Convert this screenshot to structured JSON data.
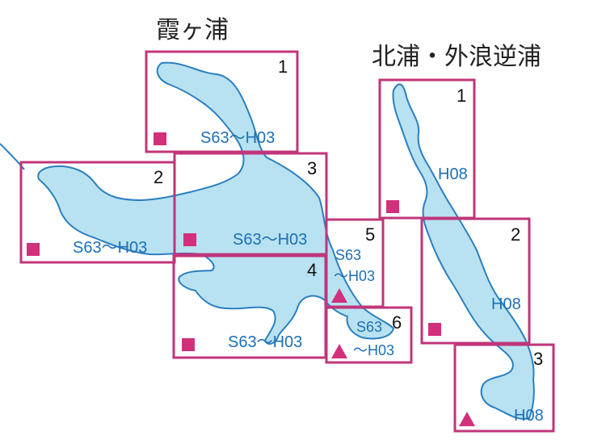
{
  "map": {
    "regions": [
      {
        "name": "霞ヶ浦",
        "sheets": [
          {
            "number": "1",
            "period": "S63～H03",
            "marker": "square"
          },
          {
            "number": "2",
            "period": "S63～H03",
            "marker": "square"
          },
          {
            "number": "3",
            "period": "S63～H03",
            "marker": "square"
          },
          {
            "number": "4",
            "period": "S63～H03",
            "marker": "square"
          },
          {
            "number": "5",
            "period_line1": "S63",
            "period_line2": "～H03",
            "marker": "triangle"
          },
          {
            "number": "6",
            "period_line1": "S63",
            "period_line2": "～H03",
            "marker": "triangle"
          }
        ]
      },
      {
        "name": "北浦・外浪逆浦",
        "sheets": [
          {
            "number": "1",
            "period": "H08",
            "marker": "square"
          },
          {
            "number": "2",
            "period": "H08",
            "marker": "square"
          },
          {
            "number": "3",
            "period": "H08",
            "marker": "triangle"
          }
        ]
      }
    ],
    "colors": {
      "water": "#b8e2f2",
      "shoreline": "#2a7fbf",
      "sheet_frame": "#c0357a",
      "marker": "#d2307a",
      "period_text": "#1d6fb5"
    }
  }
}
